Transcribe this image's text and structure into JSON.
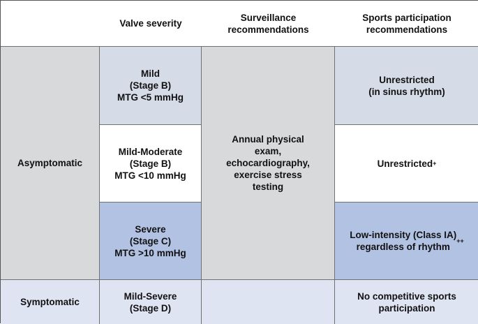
{
  "header": {
    "col1": "",
    "col2": "Valve severity",
    "col3": "Surveillance\nrecommendations",
    "col4": "Sports participation\nrecommendations"
  },
  "asymptomatic": {
    "label": "Asymptomatic",
    "surveillance": "Annual physical\nexam,\nechocardiography,\nexercise stress\ntesting",
    "rows": [
      {
        "severity": "Mild\n(Stage B)\nMTG <5 mmHg",
        "sports": "Unrestricted\n(in sinus rhythm)",
        "sports_mark": ""
      },
      {
        "severity": "Mild-Moderate\n(Stage B)\nMTG <10 mmHg",
        "sports": "Unrestricted",
        "sports_mark": "+"
      },
      {
        "severity": "Severe\n(Stage C)\nMTG >10 mmHg",
        "sports": "Low-intensity (Class IA)\nregardless of rhythm",
        "sports_mark": "++"
      }
    ]
  },
  "symptomatic": {
    "label": "Symptomatic",
    "severity": "Mild-Severe\n(Stage D)",
    "surveillance": "",
    "sports": "No competitive sports\nparticipation"
  }
}
